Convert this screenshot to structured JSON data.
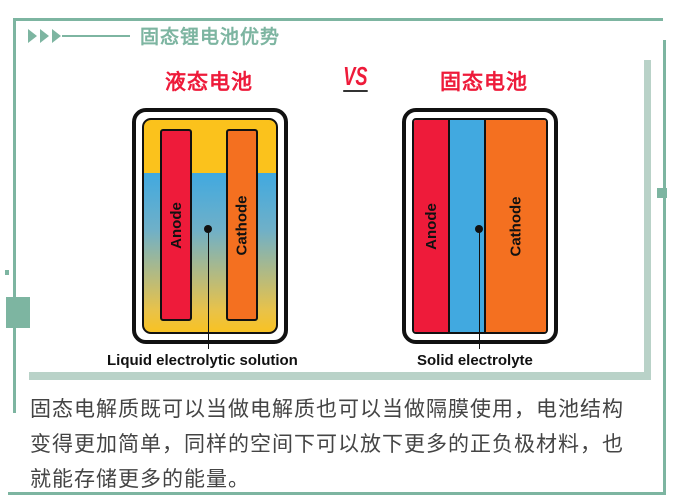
{
  "title": "固态锂电池优势",
  "left": {
    "heading": "液态电池",
    "anode": "Anode",
    "cathode": "Cathode",
    "caption": "Liquid electrolytic solution"
  },
  "vs": "VS",
  "right": {
    "heading": "固态电池",
    "anode": "Anode",
    "cathode": "Cathode",
    "caption": "Solid electrolyte"
  },
  "description": "固态电解质既可以当做电解质也可以当做隔膜使用，电池结构变得更加简单，同样的空间下可以放下更多的正负极材料，也就能存储更多的能量。",
  "colors": {
    "teal": "#7db5a1",
    "red": "#ee1b3a",
    "orange": "#f47020",
    "blue": "#41a9e0",
    "yellow": "#fbc21c"
  }
}
